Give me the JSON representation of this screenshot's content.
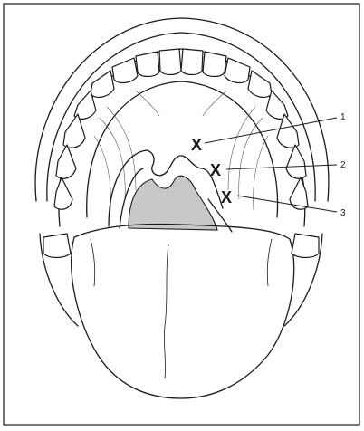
{
  "figure": {
    "marks": [
      {
        "symbol": "X"
      },
      {
        "symbol": "X"
      },
      {
        "symbol": "X"
      }
    ],
    "callouts": [
      {
        "label": "1"
      },
      {
        "label": "2"
      },
      {
        "label": "3"
      }
    ],
    "colors": {
      "ink": "#1a1a1a",
      "tonsil_shading": "#c8c8c8",
      "background": "#ffffff"
    }
  }
}
